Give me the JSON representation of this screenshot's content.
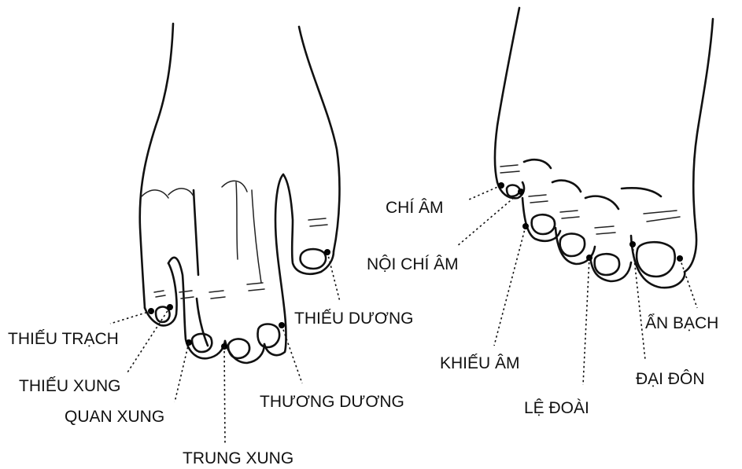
{
  "hand": {
    "points": [
      {
        "id": "thieu-trach",
        "label": "THIẾU TRẠCH"
      },
      {
        "id": "thieu-xung",
        "label": "THIẾU XUNG"
      },
      {
        "id": "quan-xung",
        "label": "QUAN XUNG"
      },
      {
        "id": "trung-xung",
        "label": "TRUNG XUNG"
      },
      {
        "id": "thuong-duong",
        "label": "THƯƠNG DƯƠNG"
      },
      {
        "id": "thieu-duong",
        "label": "THIẾU DƯƠNG"
      }
    ]
  },
  "foot": {
    "points": [
      {
        "id": "chi-am",
        "label": "CHÍ ÂM"
      },
      {
        "id": "noi-chi-am",
        "label": "NỘI CHÍ ÂM"
      },
      {
        "id": "khieu-am",
        "label": "KHIẾU ÂM"
      },
      {
        "id": "le-doai",
        "label": "LỆ ĐOÀI"
      },
      {
        "id": "dai-don",
        "label": "ĐẠI ĐÔN"
      },
      {
        "id": "an-bach",
        "label": "ẨN BẠCH"
      }
    ]
  }
}
